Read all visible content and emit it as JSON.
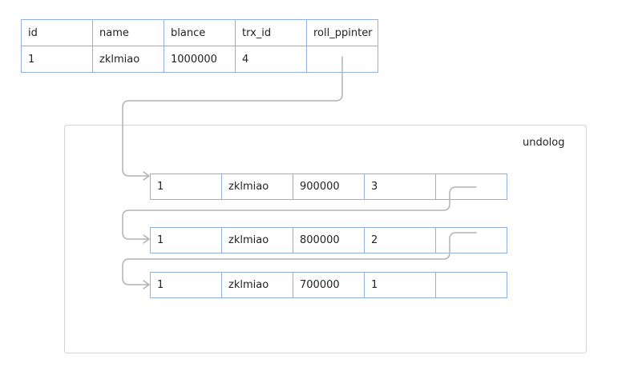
{
  "main_table": {
    "headers": [
      "id",
      "name",
      "blance",
      "trx_id",
      "roll_ppinter"
    ],
    "row": [
      "1",
      "zklmiao",
      "1000000",
      "4",
      ""
    ]
  },
  "undolog": {
    "label": "undolog",
    "rows": [
      [
        "1",
        "zklmiao",
        "900000",
        "3",
        ""
      ],
      [
        "1",
        "zklmiao",
        "800000",
        "2",
        ""
      ],
      [
        "1",
        "zklmiao",
        "700000",
        "1",
        ""
      ]
    ]
  },
  "colors": {
    "table_border": "#8fb0e0",
    "connector": "#b3b3b3",
    "container_border": "#d4d4d4"
  }
}
